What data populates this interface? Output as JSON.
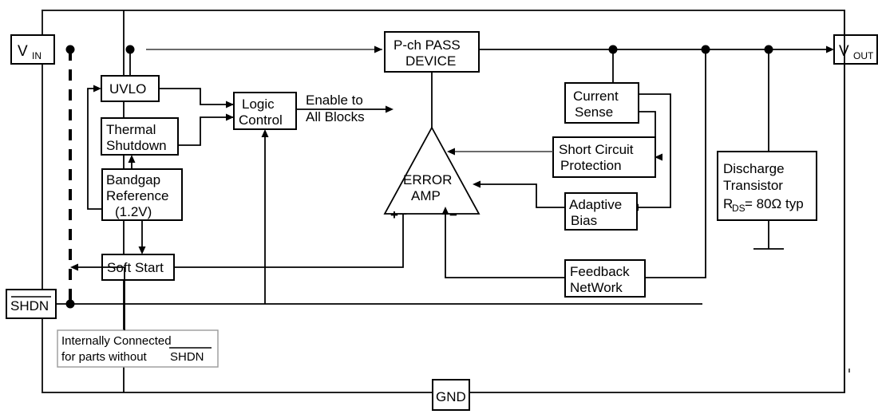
{
  "diagram": {
    "title": "LDO Regulator Internal Block Diagram",
    "type": "block-diagram"
  },
  "ports": {
    "vin": {
      "label": "V",
      "sub": "IN",
      "name": "vin-port"
    },
    "vout": {
      "label": "V",
      "sub": "OUT",
      "name": "vout-port"
    },
    "gnd": {
      "label": "GND",
      "name": "gnd-port"
    },
    "shdn": {
      "label": "SHDN",
      "overline": true,
      "name": "shdn-port"
    }
  },
  "blocks": {
    "uvlo": {
      "lines": [
        "UVLO"
      ]
    },
    "thermal": {
      "lines": [
        "Thermal",
        "Shutdown"
      ]
    },
    "bandgap": {
      "lines": [
        "Bandgap",
        "Reference",
        "(1.2V)"
      ]
    },
    "softstart": {
      "lines": [
        "Soft Start"
      ]
    },
    "logic": {
      "lines": [
        "Logic",
        "Control"
      ]
    },
    "pass": {
      "lines": [
        "P-ch PASS",
        "DEVICE"
      ]
    },
    "erroramp": {
      "lines": [
        "ERROR",
        "AMP"
      ],
      "shape": "triangle",
      "plus": "+",
      "minus": "−"
    },
    "current": {
      "lines": [
        "Current",
        "Sense"
      ]
    },
    "shortckt": {
      "lines": [
        "Short Circuit",
        "Protection"
      ]
    },
    "adaptive": {
      "lines": [
        "Adaptive",
        "Bias"
      ]
    },
    "feedback": {
      "lines": [
        "Feedback",
        "NetWork"
      ]
    },
    "discharge": {
      "line1": "Discharge",
      "line2": "Transistor",
      "line3_pre": "R",
      "line3_sub": "DS",
      "line3_post": " = 80Ω typ"
    }
  },
  "annotations": {
    "enable": {
      "line1": "Enable to",
      "line2": "All Blocks"
    },
    "internal": {
      "line1": "Internally Connected",
      "line2_pre": "for parts without ",
      "line2_overlined": "SHDN"
    }
  },
  "colors": {
    "line": "#000000",
    "background": "#ffffff",
    "note_border": "#9a9a9a"
  }
}
